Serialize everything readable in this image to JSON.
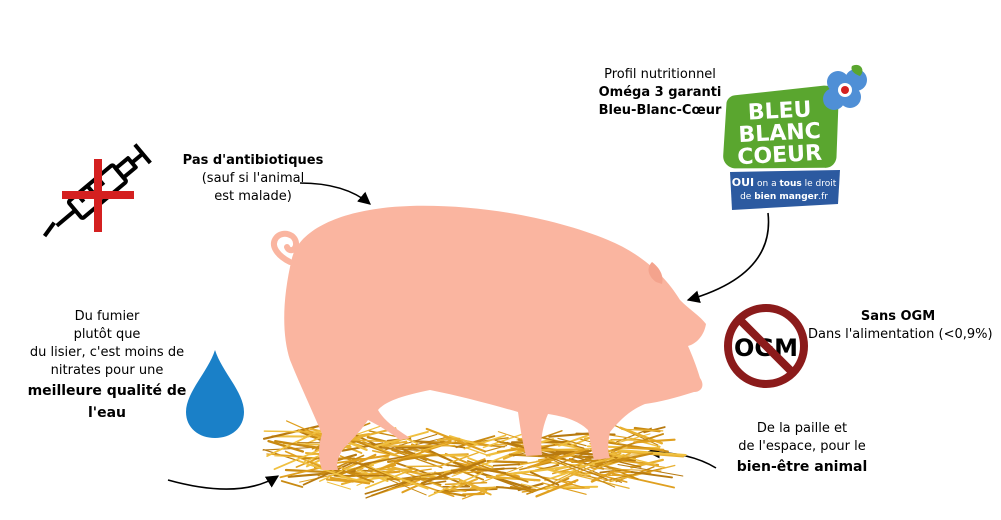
{
  "antibiotics": {
    "title": "Pas d'antibiotiques",
    "line1": "(sauf si l'animal",
    "line2": "est malade)"
  },
  "nutrition": {
    "line1": "Profil nutritionnel",
    "line2": "Oméga 3 garanti",
    "line3": "Bleu-Blanc-Cœur"
  },
  "logo": {
    "word1": "BLEU",
    "word2": "BLANC",
    "word3": "COEUR",
    "tag1_oui": "OUI",
    "tag1_mid": " on a ",
    "tag1_tous": "tous",
    "tag1_end": " le droit",
    "tag2_de": "de ",
    "tag2_bold": "bien manger",
    "tag2_end": ".fr",
    "colors": {
      "green": "#5aa62f",
      "blue": "#2c5aa0",
      "flower": "#4f8fd6"
    }
  },
  "ogm": {
    "sign": "OGM",
    "title": "Sans OGM",
    "subtitle": "Dans l'alimentation (<0,9%)"
  },
  "water": {
    "line1": "Du fumier",
    "line2": "plutôt que",
    "line3": "du lisier, c'est moins de",
    "line4": "nitrates pour une",
    "line5": "meilleure qualité de",
    "line6": "l'eau"
  },
  "straw": {
    "line1": "De la paille et",
    "line2": "de l'espace, pour le",
    "line3": "bien-être animal"
  },
  "colors": {
    "pig": "#fab5a0",
    "straw": "#e0a020",
    "water": "#1a80c8",
    "forbidden": "#8b1b1b",
    "cross": "#d42020"
  }
}
